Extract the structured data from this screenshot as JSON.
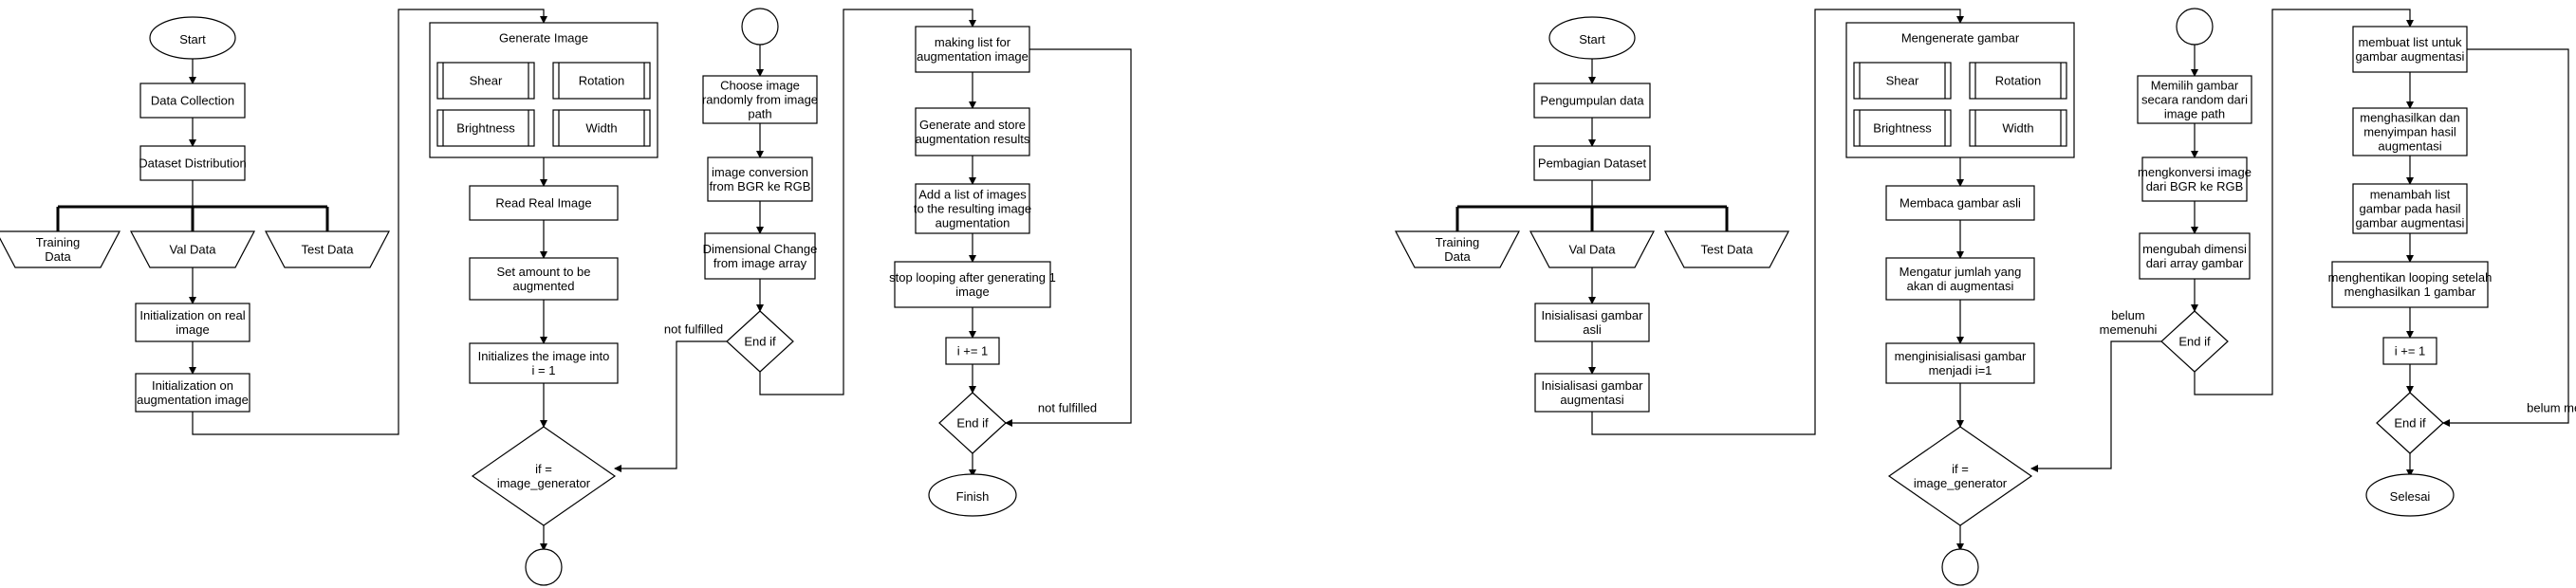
{
  "flowchart_en": {
    "start": "Start",
    "data_collection": "Data Collection",
    "dataset_distribution": "Dataset Distribution",
    "training_data": [
      "Training",
      "Data"
    ],
    "val_data": "Val Data",
    "test_data": "Test Data",
    "init_real": [
      "Initialization on real",
      "image"
    ],
    "init_aug": [
      "Initialization on",
      "augmentation image"
    ],
    "generate_image": "Generate Image",
    "shear": "Shear",
    "rotation": "Rotation",
    "brightness": "Brightness",
    "width": "Width",
    "read_real": "Read Real Image",
    "set_amount": [
      "Set amount to be",
      "augmented"
    ],
    "initializes": [
      "Initializes the image into",
      "i = 1"
    ],
    "if_generator": [
      "if =",
      "image_generator"
    ],
    "choose_image": [
      "Choose image",
      "randomly from image",
      "path"
    ],
    "conversion": [
      "image conversion",
      "from BGR ke RGB"
    ],
    "dimensional": [
      "Dimensional Change",
      "from image array"
    ],
    "end_if": "End if",
    "not_fulfilled": "not fulfilled",
    "making_list": [
      "making list for",
      "augmentation image"
    ],
    "generate_store": [
      "Generate and store",
      "augmentation results"
    ],
    "add_list": [
      "Add a list of images",
      "to the resulting image",
      "augmentation"
    ],
    "stop_looping": [
      "stop looping after generating 1",
      "image"
    ],
    "increment": "i += 1",
    "end_if2": "End if",
    "not_fulfilled2": "not fulfilled",
    "finish": "Finish"
  },
  "flowchart_id": {
    "start": "Start",
    "data_collection": "Pengumpulan data",
    "dataset_distribution": "Pembagian Dataset",
    "training_data": [
      "Training",
      "Data"
    ],
    "val_data": "Val Data",
    "test_data": "Test Data",
    "init_real": [
      "Inisialisasi gambar",
      "asli"
    ],
    "init_aug": [
      "Inisialisasi gambar",
      "augmentasi"
    ],
    "generate_image": "Mengenerate gambar",
    "shear": "Shear",
    "rotation": "Rotation",
    "brightness": "Brightness",
    "width": "Width",
    "read_real": "Membaca gambar asli",
    "set_amount": [
      "Mengatur jumlah yang",
      "akan di augmentasi"
    ],
    "initializes": [
      "menginisialisasi gambar",
      "menjadi i=1"
    ],
    "if_generator": [
      "if =",
      "image_generator"
    ],
    "choose_image": [
      "Memilih gambar",
      "secara random dari",
      "image path"
    ],
    "conversion": [
      "mengkonversi image",
      "dari BGR ke RGB"
    ],
    "dimensional": [
      "mengubah dimensi",
      "dari array gambar"
    ],
    "end_if": "End if",
    "not_fulfilled": [
      "belum",
      "memenuhi"
    ],
    "making_list": [
      "membuat list untuk",
      "gambar augmentasi"
    ],
    "generate_store": [
      "menghasilkan dan",
      "menyimpan hasil",
      "augmentasi"
    ],
    "add_list": [
      "menambah list",
      "gambar pada hasil",
      "gambar augmentasi"
    ],
    "stop_looping": [
      "menghentikan looping setelah",
      "menghasilkan 1 gambar"
    ],
    "increment": "i += 1",
    "end_if2": "End if",
    "not_fulfilled2": "belum memenuhi",
    "finish": "Selesai"
  }
}
